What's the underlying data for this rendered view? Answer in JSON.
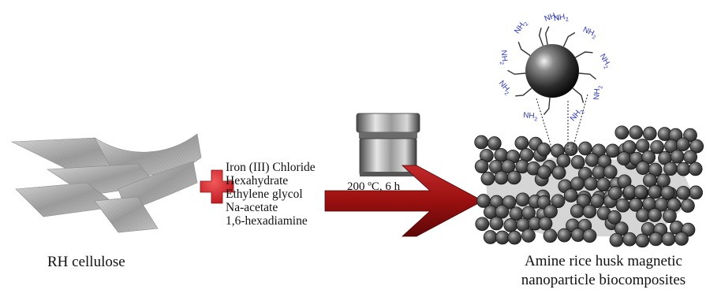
{
  "captions": {
    "left": "RH cellulose",
    "right_line1": "Amine rice husk magnetic",
    "right_line2": "nanoparticle biocomposites"
  },
  "reagents": [
    "Iron (III) Chloride",
    "Hexahydrate",
    "Ethylene glycol",
    "Na-acetate",
    "1,6-hexadiamine"
  ],
  "reaction_condition": "200 ºC, 6 h",
  "functional_group": {
    "base": "NH",
    "subscript": "2"
  },
  "icons": {
    "plus": "plus-icon",
    "arrow": "reaction-arrow",
    "autoclave": "autoclave-icon"
  },
  "colors": {
    "plus": "#d81f26",
    "arrow": "#9e1414",
    "amine_label": "#2a36c8",
    "nanoparticle": "#4a4a4a"
  }
}
